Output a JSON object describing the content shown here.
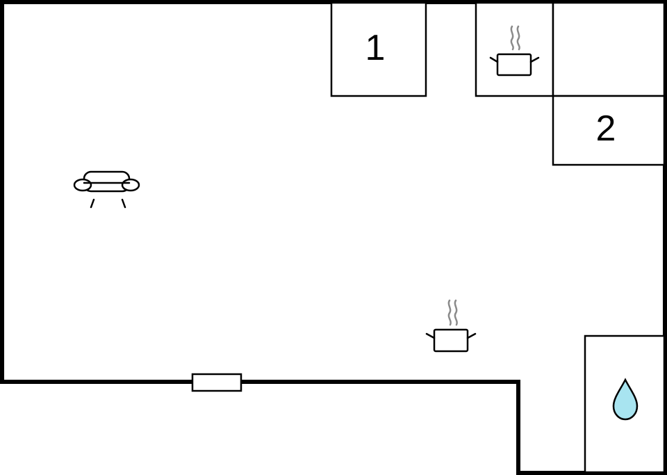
{
  "floorplan": {
    "rooms": [
      {
        "id": "room-1",
        "label": "1"
      },
      {
        "id": "room-2",
        "label": "2"
      }
    ],
    "icons": [
      {
        "name": "sofa-icon",
        "meaning": "living area"
      },
      {
        "name": "cooking-pot-icon",
        "meaning": "kitchen"
      },
      {
        "name": "cooking-pot-icon",
        "meaning": "kitchen"
      },
      {
        "name": "water-drop-icon",
        "meaning": "bathroom"
      }
    ],
    "colors": {
      "wall": "#000000",
      "background": "#ffffff",
      "water_drop": "#a8e4f0",
      "steam": "#8a8a8a"
    }
  }
}
